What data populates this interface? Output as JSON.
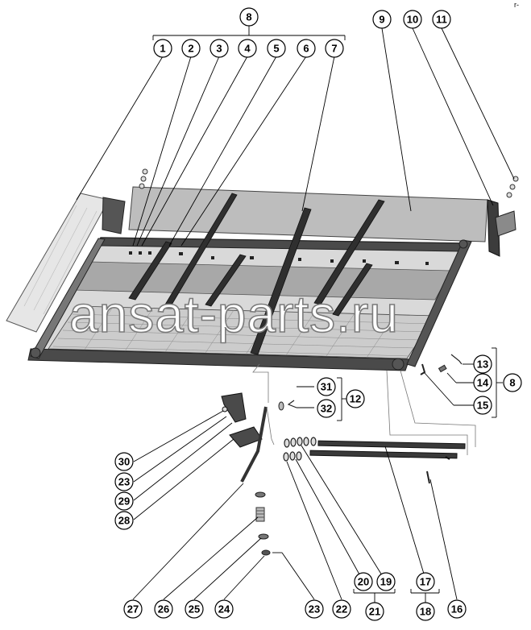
{
  "corner_mark": "r-",
  "watermark": "ansat-parts.ru",
  "callouts": {
    "c1": "1",
    "c2": "2",
    "c3": "3",
    "c4": "4",
    "c5": "5",
    "c6": "6",
    "c7": "7",
    "c8_top": "8",
    "c8_right": "8",
    "c9": "9",
    "c10": "10",
    "c11": "11",
    "c12": "12",
    "c13": "13",
    "c14": "14",
    "c15": "15",
    "c16": "16",
    "c17": "17",
    "c18": "18",
    "c19": "19",
    "c20": "20",
    "c21": "21",
    "c22": "22",
    "c23_left": "23",
    "c23_bottom": "23",
    "c24": "24",
    "c25": "25",
    "c26": "26",
    "c27": "27",
    "c28": "28",
    "c29": "29",
    "c30": "30",
    "c31": "31",
    "c32": "32"
  },
  "colors": {
    "ink": "#000000",
    "frame": "#3a3a3a",
    "panel": "#b9b9b9",
    "panel_light": "#d6d6d6",
    "sieve": "#cfcfcf",
    "watermark_stroke": "#7a7a7a"
  }
}
